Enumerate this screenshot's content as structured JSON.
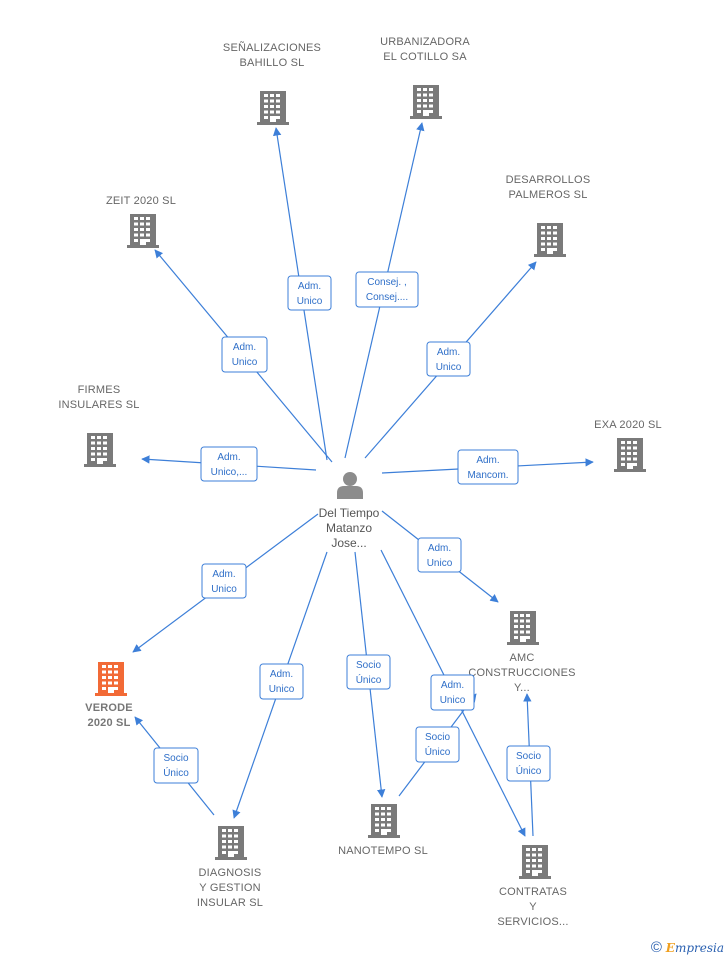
{
  "center": {
    "name_lines": [
      "Del Tiempo",
      "Matanzo",
      "Jose..."
    ],
    "icon": "person-icon"
  },
  "colors": {
    "edge": "#3d7fd8",
    "company": "#7a7a7a",
    "highlight": "#f26a36",
    "person": "#8c8c8c"
  },
  "nodes": [
    {
      "id": "senalizaciones",
      "label_lines": [
        "SEÑALIZACIONES",
        "BAHILLO  SL"
      ],
      "icon": "building-icon",
      "highlight": false
    },
    {
      "id": "urbanizadora",
      "label_lines": [
        "URBANIZADORA",
        "EL COTILLO SA"
      ],
      "icon": "building-icon",
      "highlight": false
    },
    {
      "id": "zeit",
      "label_lines": [
        "ZEIT 2020  SL"
      ],
      "icon": "building-icon",
      "highlight": false
    },
    {
      "id": "desarrollos",
      "label_lines": [
        "DESARROLLOS",
        "PALMEROS  SL"
      ],
      "icon": "building-icon",
      "highlight": false
    },
    {
      "id": "firmes",
      "label_lines": [
        "FIRMES",
        "INSULARES  SL"
      ],
      "icon": "building-icon",
      "highlight": false
    },
    {
      "id": "exa",
      "label_lines": [
        "EXA 2020  SL"
      ],
      "icon": "building-icon",
      "highlight": false
    },
    {
      "id": "amc",
      "label_lines": [
        "AMC",
        "CONSTRUCCIONES",
        "Y..."
      ],
      "icon": "building-icon",
      "highlight": false
    },
    {
      "id": "verode",
      "label_lines": [
        "VERODE",
        "2020  SL"
      ],
      "icon": "building-icon",
      "highlight": true
    },
    {
      "id": "diagnosis",
      "label_lines": [
        "DIAGNOSIS",
        "Y GESTION",
        "INSULAR SL"
      ],
      "icon": "building-icon",
      "highlight": false
    },
    {
      "id": "nanotempo",
      "label_lines": [
        "NANOTEMPO SL"
      ],
      "icon": "building-icon",
      "highlight": false
    },
    {
      "id": "contratas",
      "label_lines": [
        "CONTRATAS",
        "Y",
        "SERVICIOS..."
      ],
      "icon": "building-icon",
      "highlight": false
    }
  ],
  "edges": [
    {
      "from": "center",
      "to": "senalizaciones",
      "label_lines": [
        "Adm.",
        "Unico"
      ]
    },
    {
      "from": "center",
      "to": "urbanizadora",
      "label_lines": [
        "Consej. ,",
        "Consej...."
      ]
    },
    {
      "from": "center",
      "to": "zeit",
      "label_lines": [
        "Adm.",
        "Unico"
      ]
    },
    {
      "from": "center",
      "to": "desarrollos",
      "label_lines": [
        "Adm.",
        "Unico"
      ]
    },
    {
      "from": "center",
      "to": "firmes",
      "label_lines": [
        "Adm.",
        "Unico,..."
      ]
    },
    {
      "from": "center",
      "to": "exa",
      "label_lines": [
        "Adm.",
        "Mancom."
      ]
    },
    {
      "from": "center",
      "to": "amc",
      "label_lines": [
        "Adm.",
        "Unico"
      ]
    },
    {
      "from": "center",
      "to": "verode",
      "label_lines": [
        "Adm.",
        "Unico"
      ]
    },
    {
      "from": "center",
      "to": "diagnosis",
      "label_lines": [
        "Adm.",
        "Unico"
      ]
    },
    {
      "from": "center",
      "to": "nanotempo",
      "label_lines": [
        "Socio",
        "Único"
      ]
    },
    {
      "from": "center",
      "to": "contratas",
      "label_lines": [
        "Adm.",
        "Unico"
      ]
    },
    {
      "from": "nanotempo",
      "to": "amc",
      "label_lines": [
        "Socio",
        "Único"
      ]
    },
    {
      "from": "contratas",
      "to": "amc",
      "label_lines": [
        "Socio",
        "Único"
      ]
    },
    {
      "from": "diagnosis",
      "to": "verode",
      "label_lines": [
        "Socio",
        "Único"
      ]
    }
  ],
  "watermark": {
    "symbol": "©",
    "brand_first": "E",
    "brand_rest": "mpresia"
  }
}
